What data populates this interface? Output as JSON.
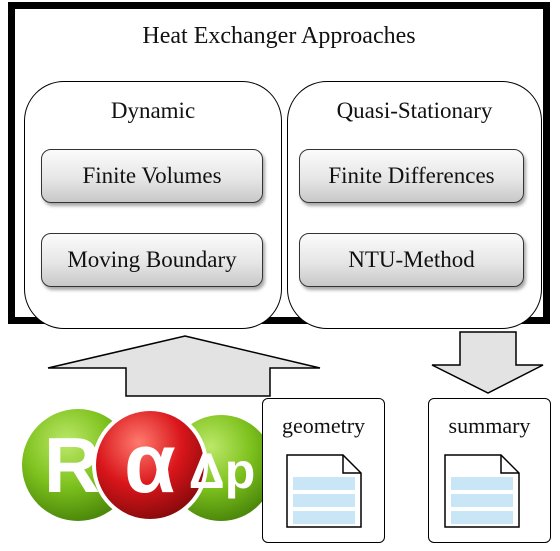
{
  "diagram": {
    "title": "Heat Exchanger Approaches",
    "groups": [
      {
        "title": "Dynamic",
        "methods": [
          "Finite Volumes",
          "Moving Boundary"
        ]
      },
      {
        "title": "Quasi-Stationary",
        "methods": [
          "Finite Differences",
          "NTU-Method"
        ]
      }
    ],
    "documents": {
      "geometry": "geometry",
      "summary": "summary"
    },
    "logo": {
      "letters": [
        "R",
        "α",
        "Δp"
      ],
      "colors": {
        "green": "#7ec21e",
        "red": "#d9161b"
      }
    },
    "colors": {
      "arrow_fill": "#e3e3e3",
      "doc_stripe": "#c9e6f7",
      "frame": "#000000"
    }
  }
}
